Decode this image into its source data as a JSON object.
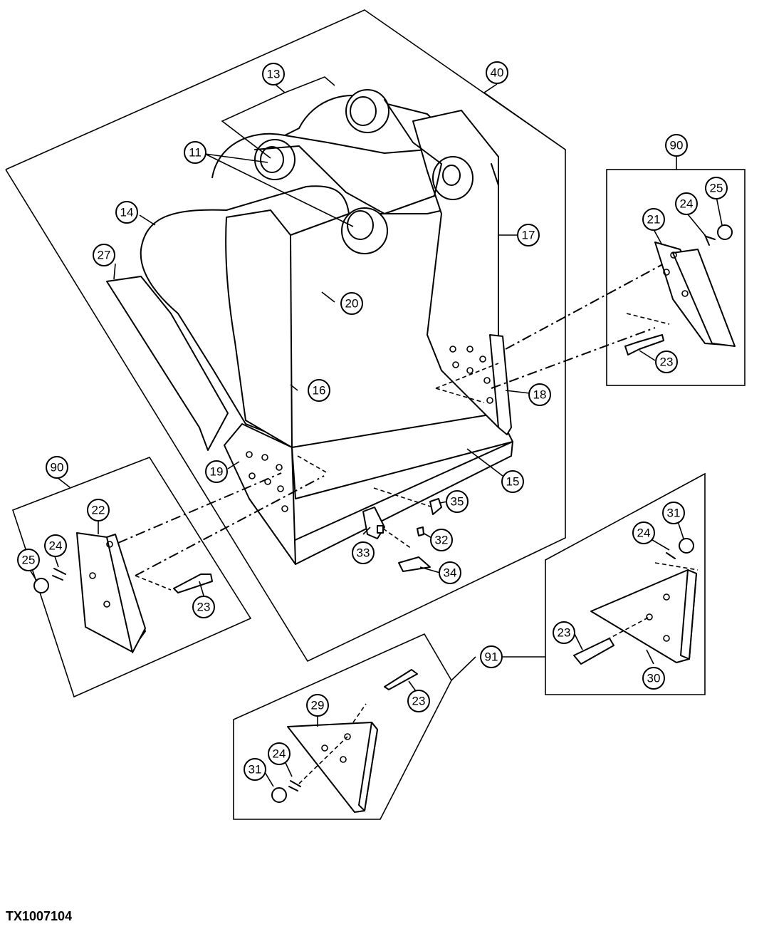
{
  "figure_id": "TX1007104",
  "callouts": [
    "11",
    "13",
    "14",
    "15",
    "16",
    "17",
    "18",
    "19",
    "20",
    "21",
    "22",
    "23",
    "24",
    "25",
    "27",
    "29",
    "30",
    "31",
    "32",
    "33",
    "34",
    "35",
    "40",
    "90",
    "91"
  ]
}
